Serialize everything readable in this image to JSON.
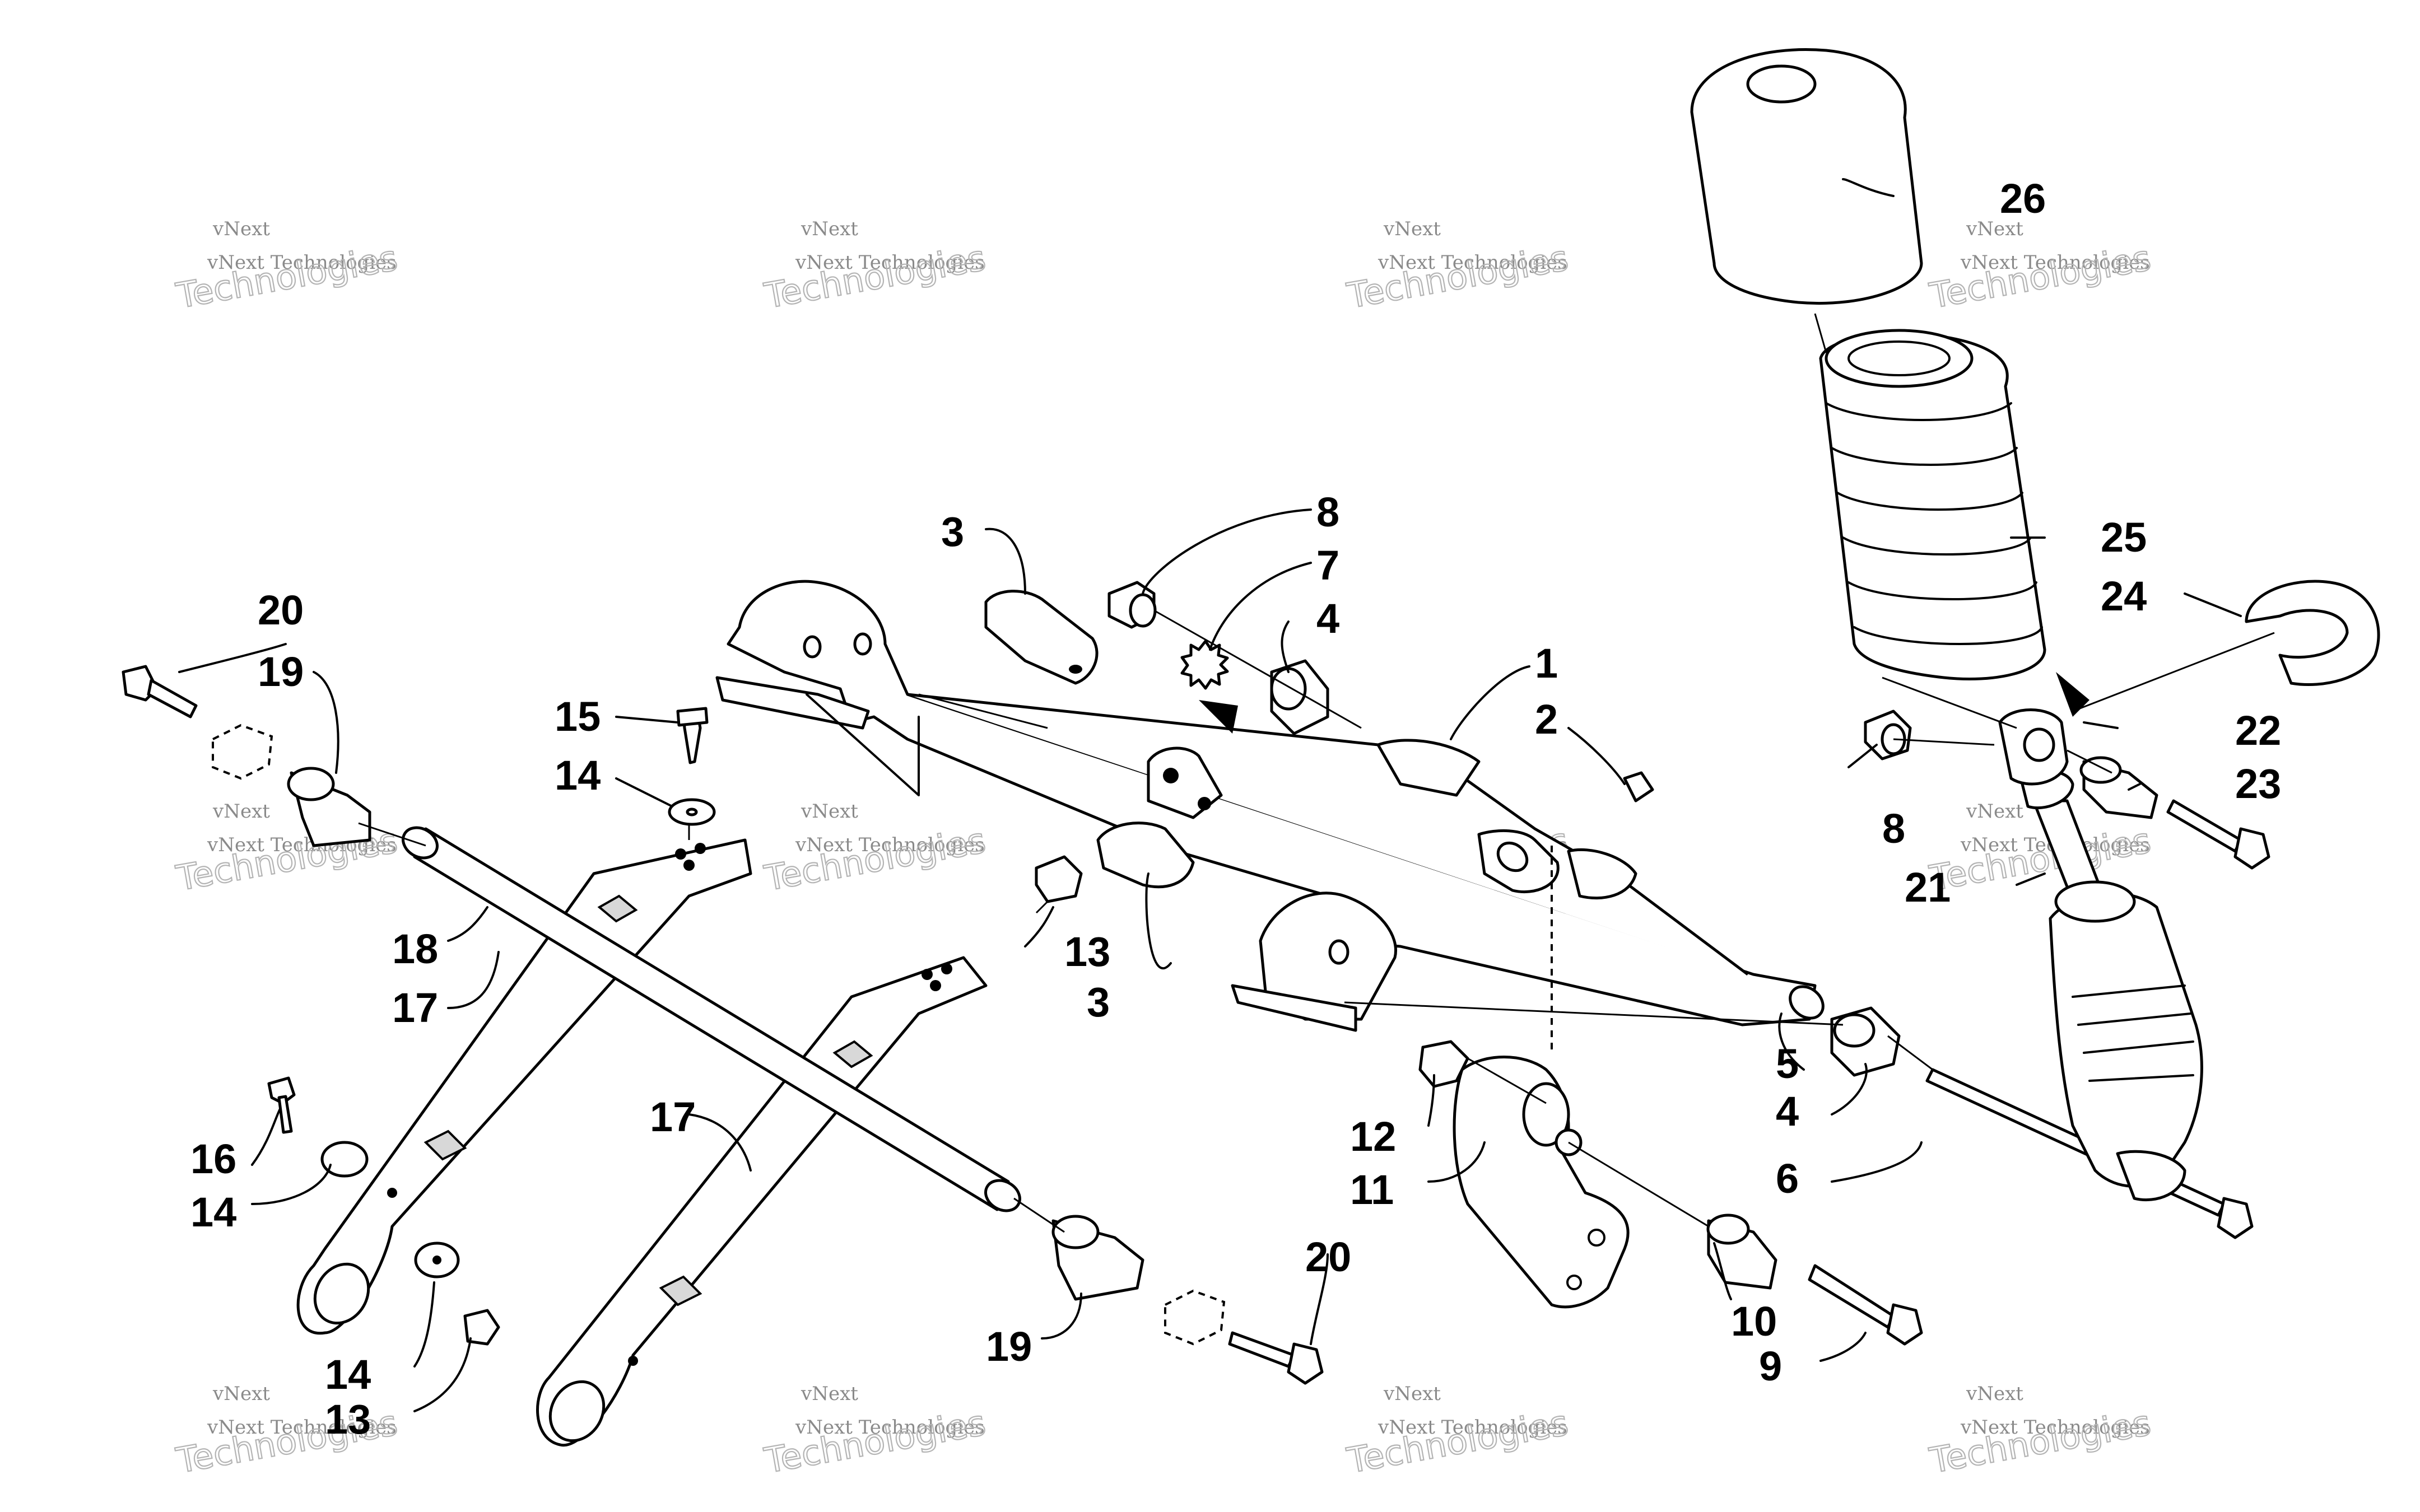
{
  "watermark": {
    "line1": "vNext",
    "line2": "vNext Technologies",
    "line3": "Technologies"
  },
  "callouts": [
    "1",
    "2",
    "3",
    "3",
    "4",
    "4",
    "5",
    "6",
    "7",
    "8",
    "8",
    "9",
    "10",
    "11",
    "12",
    "13",
    "13",
    "14",
    "14",
    "14",
    "15",
    "16",
    "17",
    "17",
    "18",
    "19",
    "19",
    "20",
    "20",
    "21",
    "22",
    "23",
    "24",
    "25",
    "26"
  ]
}
